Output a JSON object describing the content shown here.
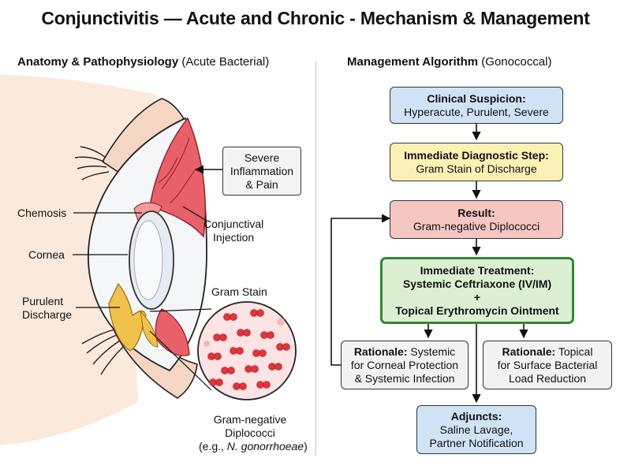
{
  "title": "Conjunctivitis — Acute and Chronic - Mechanism & Management",
  "left_heading": {
    "bold": "Anatomy & Pathophysiology",
    "normal": "(Acute Bacterial)"
  },
  "right_heading": {
    "bold": "Management Algorithm",
    "normal": "(Gonococcal)"
  },
  "anatomy": {
    "severe_box": [
      "Severe",
      "Inflammation",
      "& Pain"
    ],
    "chemosis": "Chemosis",
    "cornea": "Cornea",
    "purulent": [
      "Purulent",
      "Discharge"
    ],
    "injection": [
      "Conjunctival",
      "Injection"
    ],
    "gram_stain": "Gram Stain",
    "diplococci": [
      "Gram-negative",
      "Diplococci"
    ],
    "diplococci_example_prefix": "(e.g., ",
    "diplococci_example_italic": "N. gonorrhoeae",
    "diplococci_example_suffix": ")"
  },
  "flow": {
    "suspicion": {
      "title": "Clinical Suspicion:",
      "text": "Hyperacute, Purulent, Severe"
    },
    "diagnostic": {
      "title": "Immediate Diagnostic Step:",
      "text": "Gram Stain of Discharge"
    },
    "result": {
      "title": "Result:",
      "text": "Gram-negative Diplococci"
    },
    "treatment": {
      "title": "Immediate Treatment:",
      "line1": "Systemic Ceftriaxone (IV/IM)",
      "plus": "+",
      "line2": "Topical Erythromycin Ointment"
    },
    "rationale_systemic": {
      "bold": "Rationale:",
      "line1": "Systemic",
      "line2": "for Corneal Protection",
      "line3": "& Systemic Infection"
    },
    "rationale_topical": {
      "bold": "Rationale:",
      "line1": "Topical",
      "line2": "for Surface Bacterial",
      "line3": "Load Reduction"
    },
    "adjuncts": {
      "title": "Adjuncts:",
      "line1": "Saline Lavage,",
      "line2": "Partner Notification"
    }
  },
  "colors": {
    "blue_box": "#cfe3f5",
    "yellow_box": "#fbf1b5",
    "red_box": "#f6c6c3",
    "green_box": "#dcefd3",
    "green_border": "#2f8a2f",
    "inflamed": "#e8606a",
    "pus": "#f0c24c"
  }
}
